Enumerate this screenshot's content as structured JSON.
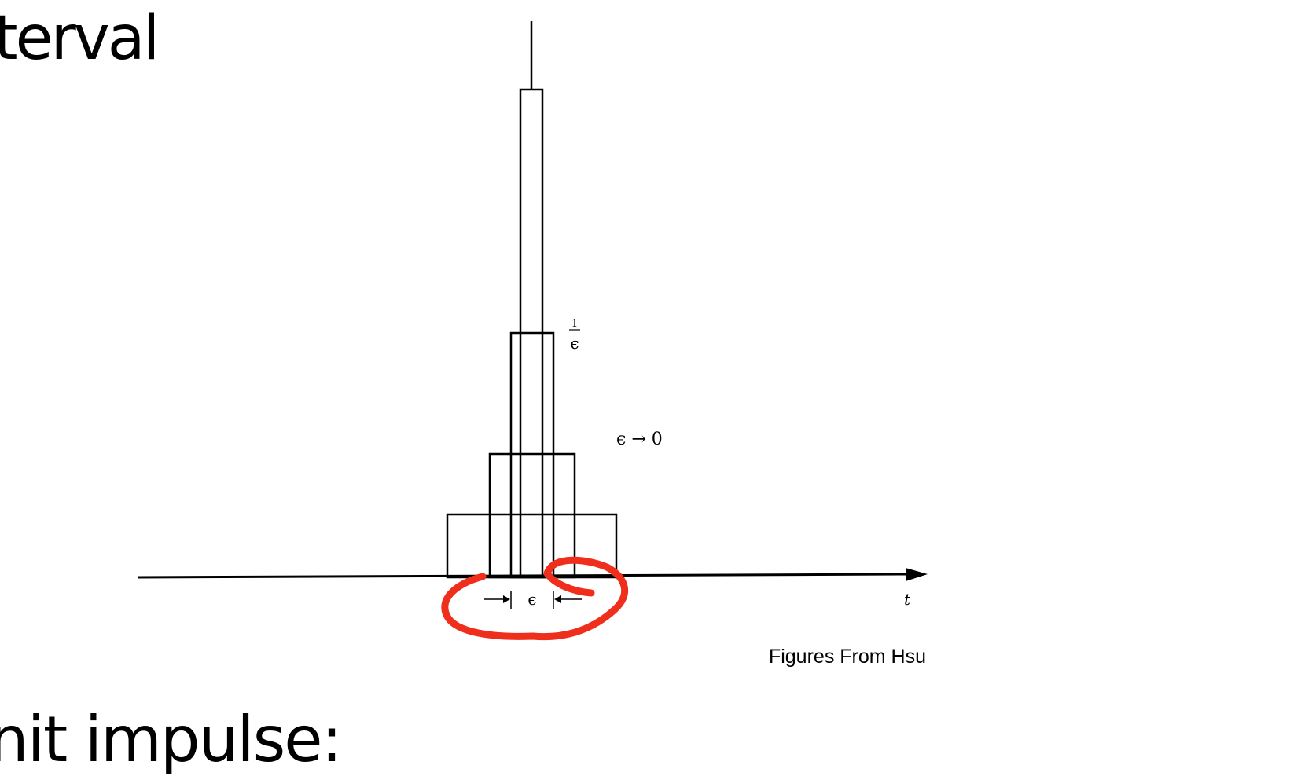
{
  "slide": {
    "heading_fragment": "terval",
    "body_fragment": "nit impulse:"
  },
  "figure": {
    "height_label_numerator": "1",
    "height_label_denominator": "ϵ",
    "limit_label": "ϵ → 0",
    "width_label": "ϵ",
    "axis_label": "t",
    "caption": "Figures From Hsu"
  },
  "annotation": {
    "ink_color": "#ef2f1c",
    "line_color": "#000000"
  }
}
